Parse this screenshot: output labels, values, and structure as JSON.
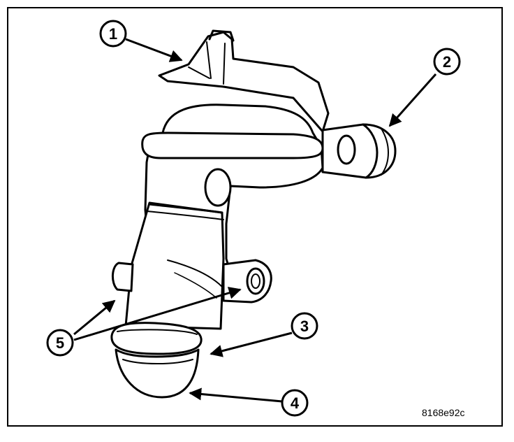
{
  "figure": {
    "callouts": [
      {
        "label": "1"
      },
      {
        "label": "2"
      },
      {
        "label": "3"
      },
      {
        "label": "4"
      },
      {
        "label": "5"
      }
    ],
    "figure_id": "8168e92c",
    "colors": {
      "line": "#000000",
      "background": "#ffffff",
      "shade": "#d9d9d9"
    }
  }
}
